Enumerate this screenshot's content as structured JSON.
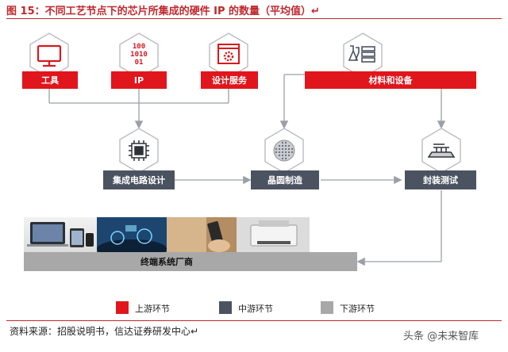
{
  "figure": {
    "title": "图 15：不同工艺节点下的芯片所集成的硬件 IP 的数量（平均值）↵",
    "source": "资料来源：招股说明书，信达证券研发中心↵",
    "watermark": "头条 @未来智库"
  },
  "upstream": {
    "tools": "工具",
    "ip": "IP",
    "design_services": "设计服务",
    "materials": "材料和设备",
    "ip_icon_text": [
      "100",
      "1010",
      "01"
    ]
  },
  "midstream": {
    "ic_design": "集成电路设计",
    "wafer_fab": "晶圆制造",
    "packaging_test": "封装测试"
  },
  "downstream": {
    "end_systems": "终端系统厂商"
  },
  "legend": {
    "upstream": "上游环节",
    "midstream": "中游环节",
    "downstream": "下游环节"
  },
  "colors": {
    "upstream": "#e0161c",
    "midstream": "#4b5360",
    "downstream": "#a8a8a8"
  }
}
